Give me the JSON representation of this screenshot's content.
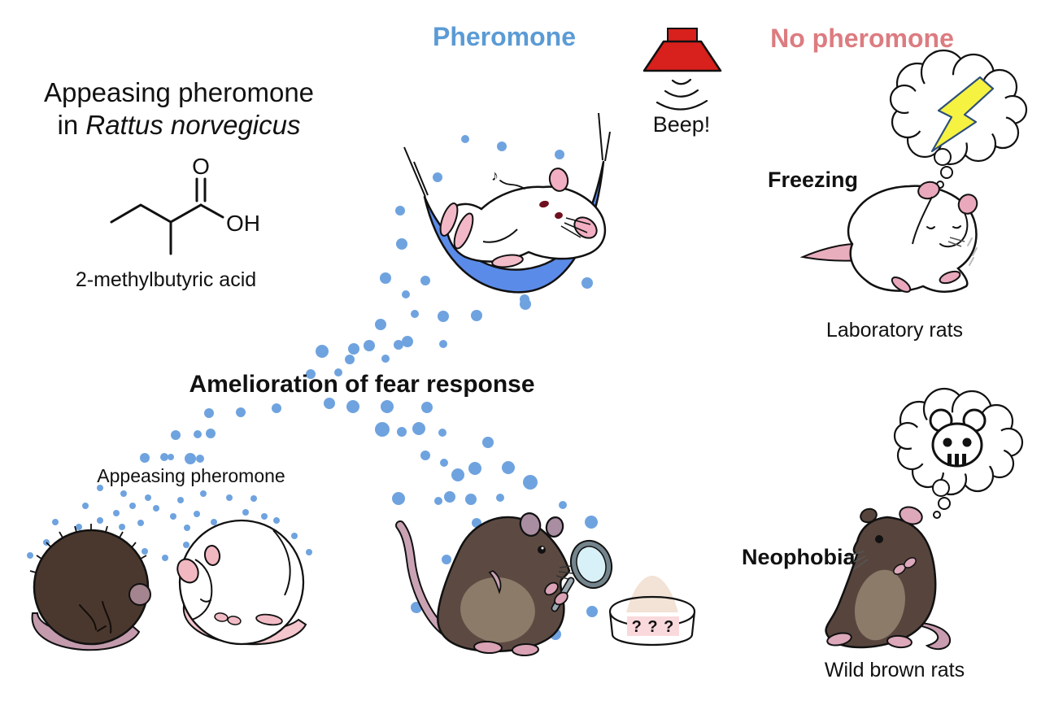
{
  "palette": {
    "text": "#111111",
    "pheromone_blue": "#5B9BD5",
    "no_pheromone_salmon": "#DC7C80",
    "dot_blue": "#6FA3DF",
    "hammock_blue": "#5B8BE8",
    "speaker_red": "#D8201C",
    "bolt_yellow": "#F5F242"
  },
  "left_panel": {
    "title_line1": "Appeasing pheromone",
    "title_line2_prefix": "in ",
    "title_line2_species": "Rattus norvegicus",
    "molecule": {
      "name": "2-methylbutyric acid",
      "atom_o": "O",
      "atom_oh": "OH"
    }
  },
  "header": {
    "pheromone_label": "Pheromone",
    "beep_label": "Beep!",
    "no_pheromone_label": "No pheromone"
  },
  "center": {
    "main_caption": "Amelioration of fear response",
    "pheromone_source_label": "Appeasing pheromone",
    "dish_label": "? ? ?"
  },
  "right_panel": {
    "freezing_label": "Freezing",
    "lab_rats_label": "Laboratory rats",
    "neophobia_label": "Neophobia",
    "wild_rats_label": "Wild brown rats"
  },
  "pheromone_dots": [
    [
      572,
      171,
      5
    ],
    [
      617,
      180,
      6
    ],
    [
      688,
      190,
      6
    ],
    [
      538,
      218,
      6
    ],
    [
      492,
      259,
      6
    ],
    [
      494,
      300,
      7
    ],
    [
      474,
      342,
      7
    ],
    [
      523,
      345,
      6
    ],
    [
      499,
      362,
      5
    ],
    [
      722,
      348,
      7
    ],
    [
      645,
      368,
      6
    ],
    [
      510,
      386,
      5
    ],
    [
      545,
      389,
      7
    ],
    [
      586,
      388,
      7
    ],
    [
      646,
      374,
      7
    ],
    [
      468,
      399,
      7
    ],
    [
      501,
      420,
      7
    ],
    [
      545,
      423,
      5
    ],
    [
      435,
      429,
      7
    ],
    [
      474,
      441,
      5
    ],
    [
      416,
      458,
      5
    ],
    [
      396,
      432,
      8
    ],
    [
      430,
      442,
      6
    ],
    [
      454,
      425,
      7
    ],
    [
      490,
      424,
      6
    ],
    [
      382,
      460,
      6
    ],
    [
      405,
      496,
      7
    ],
    [
      434,
      500,
      8
    ],
    [
      476,
      500,
      8
    ],
    [
      470,
      528,
      9
    ],
    [
      494,
      531,
      6
    ],
    [
      515,
      527,
      8
    ],
    [
      544,
      532,
      5
    ],
    [
      525,
      501,
      7
    ],
    [
      584,
      576,
      8
    ],
    [
      600,
      544,
      7
    ],
    [
      625,
      575,
      8
    ],
    [
      652,
      593,
      9
    ],
    [
      523,
      560,
      6
    ],
    [
      546,
      569,
      5
    ],
    [
      563,
      584,
      8
    ],
    [
      539,
      616,
      5
    ],
    [
      579,
      614,
      7
    ],
    [
      615,
      612,
      5
    ],
    [
      692,
      621,
      5
    ],
    [
      630,
      643,
      7
    ],
    [
      553,
      611,
      7
    ],
    [
      490,
      613,
      8
    ],
    [
      727,
      642,
      8
    ],
    [
      586,
      643,
      6
    ],
    [
      257,
      508,
      6
    ],
    [
      296,
      507,
      6
    ],
    [
      340,
      502,
      6
    ],
    [
      216,
      535,
      6
    ],
    [
      243,
      534,
      5
    ],
    [
      259,
      533,
      6
    ],
    [
      178,
      563,
      6
    ],
    [
      202,
      562,
      5
    ],
    [
      234,
      564,
      7
    ],
    [
      246,
      564,
      5
    ],
    [
      549,
      688,
      6
    ],
    [
      512,
      747,
      7
    ],
    [
      728,
      752,
      7
    ],
    [
      683,
      780,
      7
    ],
    [
      210,
      562,
      4
    ],
    [
      123,
      600,
      4
    ],
    [
      152,
      607,
      4
    ],
    [
      182,
      612,
      4
    ],
    [
      222,
      615,
      4
    ],
    [
      250,
      607,
      4
    ],
    [
      282,
      612,
      4
    ],
    [
      312,
      613,
      4
    ],
    [
      105,
      622,
      4
    ],
    [
      143,
      631,
      4
    ],
    [
      163,
      622,
      4
    ],
    [
      192,
      625,
      4
    ],
    [
      213,
      635,
      4
    ],
    [
      242,
      632,
      4
    ],
    [
      263,
      642,
      4
    ],
    [
      285,
      648,
      4
    ],
    [
      302,
      630,
      4
    ],
    [
      325,
      635,
      4
    ],
    [
      340,
      640,
      4
    ],
    [
      68,
      642,
      4
    ],
    [
      97,
      648,
      4
    ],
    [
      123,
      640,
      4
    ],
    [
      150,
      648,
      4
    ],
    [
      173,
      643,
      4
    ],
    [
      230,
      649,
      4
    ],
    [
      57,
      667,
      4
    ],
    [
      37,
      683,
      4
    ],
    [
      178,
      678,
      4
    ],
    [
      203,
      686,
      4
    ],
    [
      229,
      670,
      4
    ],
    [
      362,
      659,
      4
    ],
    [
      380,
      679,
      4
    ],
    [
      253,
      660,
      4
    ],
    [
      120,
      664,
      4
    ]
  ]
}
